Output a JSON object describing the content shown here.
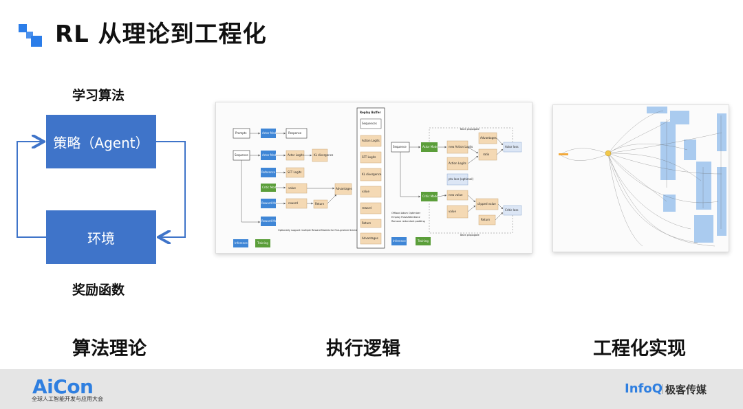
{
  "header": {
    "title": "RL 从理论到工程化"
  },
  "theory": {
    "label_top": "学习算法",
    "label_bottom": "奖励函数",
    "box_agent": "策略（Agent）",
    "box_env": "环境",
    "caption": "算法理论"
  },
  "logic": {
    "caption": "执行逻辑",
    "left_diagram": {
      "nodes": [
        "Prompts",
        "Actor Model",
        "Response",
        "Sequence",
        "Actor Model",
        "Actor Logits",
        "KL divergence",
        "Reference Model",
        "SFT Logits",
        "Critic Model",
        "value",
        "Advantages",
        "Reward Model",
        "reward",
        "Return",
        "Reward Model"
      ],
      "note": "Optionally support multiple Reward Models for fine-grained training",
      "legend": [
        "Inference",
        "Training"
      ]
    },
    "replay_buffer": {
      "title": "Replay Buffer",
      "items": [
        "Sequences",
        "Action Logits",
        "SFT Logits",
        "KL divergence",
        "value",
        "reward",
        "Return",
        "Advantages"
      ]
    },
    "right_diagram": {
      "nodes": [
        "Sequence",
        "Actor Model",
        "new Action Logits",
        "Advantages",
        "Action Logits",
        "ratio",
        "Actor loss",
        "ptx loss (optional)",
        "Critic Model",
        "new value",
        "clipped value",
        "value",
        "Return",
        "Critic loss"
      ],
      "labels": [
        "Back propagate",
        "Back propagate"
      ],
      "notes": [
        "Offload Adam Optimizer",
        "Employ FlashAttention2",
        "Remove redundant padding"
      ],
      "legend": [
        "Inference",
        "Training"
      ]
    }
  },
  "engineering": {
    "caption": "工程化实现"
  },
  "footer": {
    "brand": "AiCon",
    "brand_sub": "全球人工智能开发与应用大会",
    "publisher": "InfoQ",
    "publisher_cn": "极客传媒"
  },
  "colors": {
    "accent": "#2b7de9",
    "box": "#3f74c9",
    "footer_bg": "#e5e5e5"
  }
}
